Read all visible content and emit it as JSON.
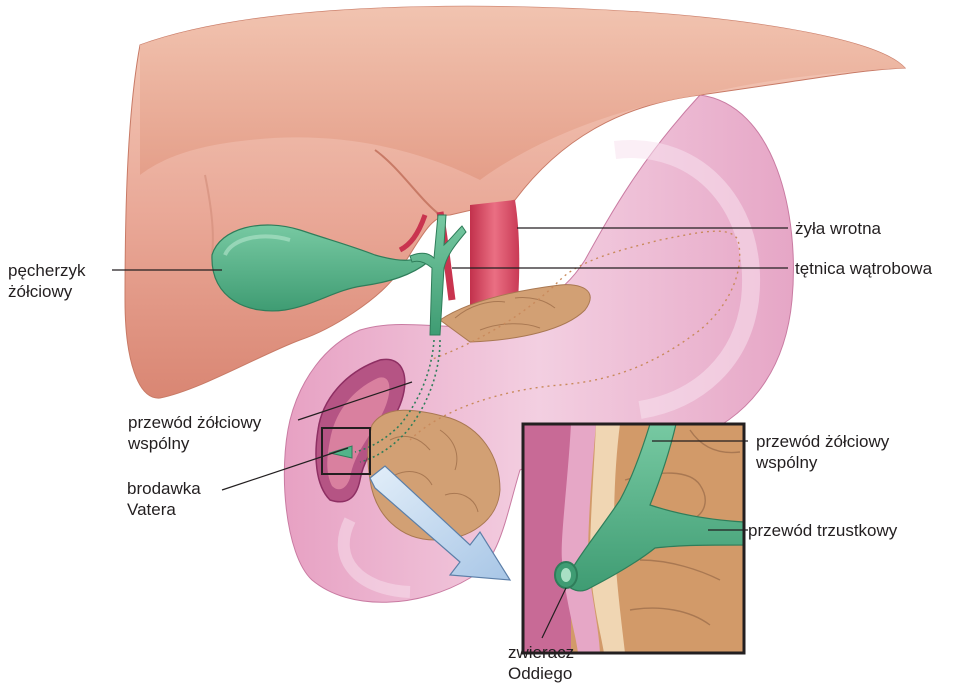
{
  "labels": {
    "gallbladder": [
      "pęcherzyk",
      "żółciowy"
    ],
    "portal_vein": "żyła wrotna",
    "hepatic_artery": "tętnica wątrobowa",
    "common_bile_duct": [
      "przewód żółciowy",
      "wspólny"
    ],
    "vater_papilla": [
      "brodawka",
      "Vatera"
    ],
    "inset_common_bile_duct": [
      "przewód żółciowy",
      "wspólny"
    ],
    "pancreatic_duct": "przewód trzustkowy",
    "sphincter_of_oddi": [
      "zwieracz",
      "Oddiego"
    ]
  },
  "colors": {
    "liver": "#e8a493",
    "liver_light": "#f3c9b9",
    "duodenum": "#e9a9c9",
    "duodenum_light": "#f6d7e6",
    "bile_green": "#52b48a",
    "pancreas": "#cf9d6c",
    "vein": "#d9455f",
    "arrow": "#b9d3ec"
  }
}
